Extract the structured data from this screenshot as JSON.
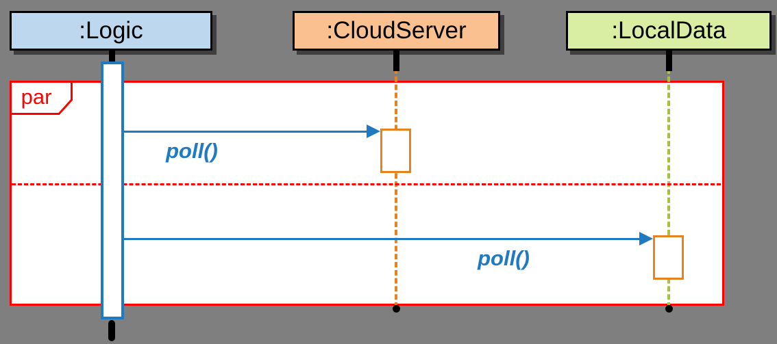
{
  "diagram": {
    "kind": "uml-sequence-diagram",
    "fragment": {
      "operator_label": "par",
      "sections": 2
    },
    "lifelines": [
      {
        "label": ":Logic",
        "fill": "#BDD7EE",
        "line_color": "#1F7AC4"
      },
      {
        "label": ":CloudServer",
        "fill": "#FAC090",
        "line_color": "#E8821E"
      },
      {
        "label": ":LocalData",
        "fill": "#D9EDA3",
        "line_color": "#A6C14A"
      }
    ],
    "messages": [
      {
        "label": "poll()",
        "from": ":Logic",
        "to": ":CloudServer",
        "section": 1
      },
      {
        "label": "poll()",
        "from": ":Logic",
        "to": ":LocalData",
        "section": 2
      }
    ],
    "colors": {
      "background": "#7F7F7F",
      "frame_border": "#FF0000",
      "message": "#1F7AC4",
      "activation_border_source": "#1F7AC4",
      "activation_border_target": "#E8821E"
    }
  }
}
